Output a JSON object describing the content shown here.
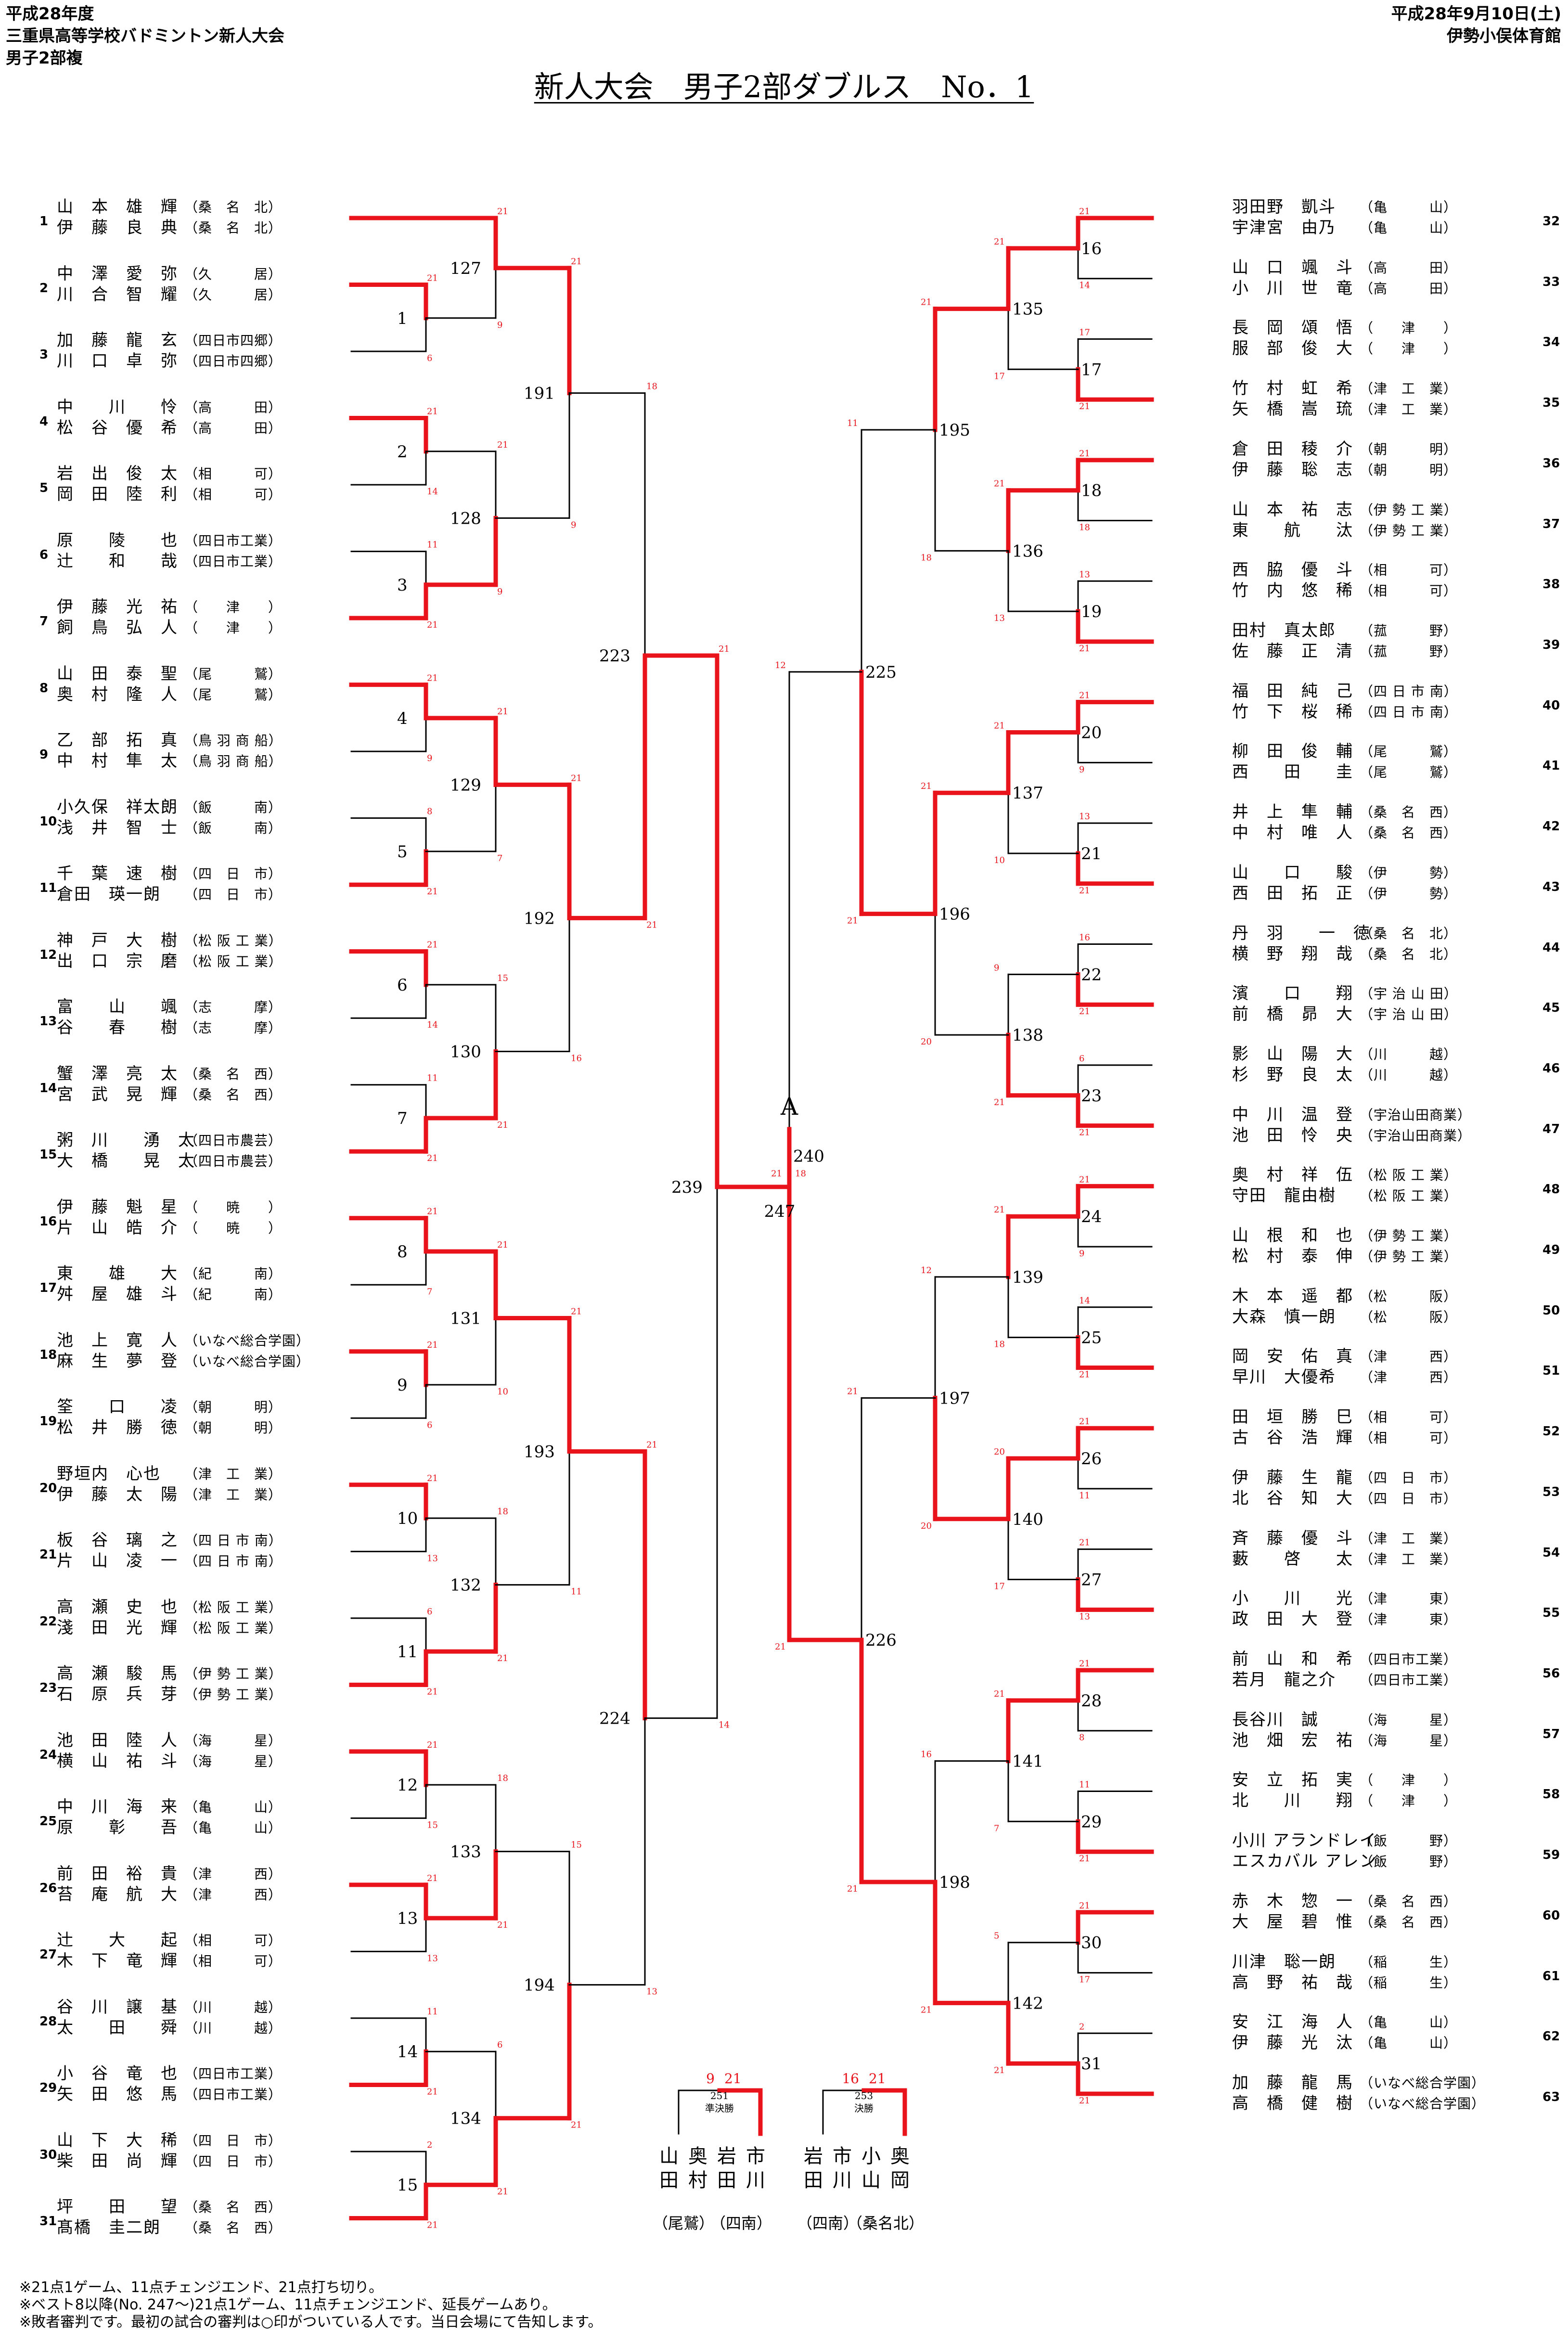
{
  "header": {
    "left": [
      "平成28年度",
      "三重県高等学校バドミントン新人大会",
      "男子2部複"
    ],
    "right": [
      "平成28年9月10日(土)",
      "伊勢小俣体育館"
    ]
  },
  "title": "新人大会　男子2部ダブルス　No．1",
  "final_marker": "A",
  "left_players": [
    {
      "n": "1",
      "a": "山　本　雄　輝",
      "as": "（桑　名　北）",
      "b": "伊　藤　良　典",
      "bs": "（桑　名　北）"
    },
    {
      "n": "2",
      "a": "中　澤　愛　弥",
      "as": "（久　　　居）",
      "b": "川　合　智　耀",
      "bs": "（久　　　居）"
    },
    {
      "n": "3",
      "a": "加　藤　龍　玄",
      "as": "（四日市四郷）",
      "b": "川　口　卓　弥",
      "bs": "（四日市四郷）"
    },
    {
      "n": "4",
      "a": "中　　川　　怜",
      "as": "（高　　　田）",
      "b": "松　谷　優　希",
      "bs": "（高　　　田）"
    },
    {
      "n": "5",
      "a": "岩　出　俊　太",
      "as": "（相　　　可）",
      "b": "岡　田　陸　利",
      "bs": "（相　　　可）"
    },
    {
      "n": "6",
      "a": "原　　陵　　也",
      "as": "（四日市工業）",
      "b": "辻　　和　　哉",
      "bs": "（四日市工業）"
    },
    {
      "n": "7",
      "a": "伊　藤　光　祐",
      "as": "（　　津　　）",
      "b": "飼　鳥　弘　人",
      "bs": "（　　津　　）"
    },
    {
      "n": "8",
      "a": "山　田　泰　聖",
      "as": "（尾　　　鷲）",
      "b": "奥　村　隆　人",
      "bs": "（尾　　　鷲）"
    },
    {
      "n": "9",
      "a": "乙　部　拓　真",
      "as": "（鳥 羽 商 船）",
      "b": "中　村　隼　太",
      "bs": "（鳥 羽 商 船）"
    },
    {
      "n": "10",
      "a": "小久保　祥太朗",
      "as": "（飯　　　南）",
      "b": "浅　井　智　士",
      "bs": "（飯　　　南）"
    },
    {
      "n": "11",
      "a": "千　葉　速　樹",
      "as": "（四　日　市）",
      "b": "倉田　瑛一朗",
      "bs": "（四　日　市）"
    },
    {
      "n": "12",
      "a": "神　戸　大　樹",
      "as": "（松 阪 工 業）",
      "b": "出　口　宗　磨",
      "bs": "（松 阪 工 業）"
    },
    {
      "n": "13",
      "a": "富　　山　　颯",
      "as": "（志　　　摩）",
      "b": "谷　　春　　樹",
      "bs": "（志　　　摩）"
    },
    {
      "n": "14",
      "a": "蟹　澤　亮　太",
      "as": "（桑　名　西）",
      "b": "宮　武　晃　輝",
      "bs": "（桑　名　西）"
    },
    {
      "n": "15",
      "a": "粥　川　　湧　太",
      "as": "（四日市農芸）",
      "b": "大　橋　　晃　太",
      "bs": "（四日市農芸）"
    },
    {
      "n": "16",
      "a": "伊　藤　魁　星",
      "as": "（　　暁　　）",
      "b": "片　山　皓　介",
      "bs": "（　　暁　　）"
    },
    {
      "n": "17",
      "a": "東　　雄　　大",
      "as": "（紀　　　南）",
      "b": "舛　屋　雄　斗",
      "bs": "（紀　　　南）"
    },
    {
      "n": "18",
      "a": "池　上　寛　人",
      "as": "（いなべ総合学園）",
      "b": "麻　生　夢　登",
      "bs": "（いなべ総合学園）"
    },
    {
      "n": "19",
      "a": "筌　　口　　凌",
      "as": "（朝　　　明）",
      "b": "松　井　勝　徳",
      "bs": "（朝　　　明）"
    },
    {
      "n": "20",
      "a": "野垣内　心也",
      "as": "（津　工　業）",
      "b": "伊　藤　太　陽",
      "bs": "（津　工　業）"
    },
    {
      "n": "21",
      "a": "板　谷　璃　之",
      "as": "（四 日 市 南）",
      "b": "片　山　凌　一",
      "bs": "（四 日 市 南）"
    },
    {
      "n": "22",
      "a": "高　瀬　史　也",
      "as": "（松 阪 工 業）",
      "b": "淺　田　光　輝",
      "bs": "（松 阪 工 業）"
    },
    {
      "n": "23",
      "a": "高　瀬　駿　馬",
      "as": "（伊 勢 工 業）",
      "b": "石　原　兵　芽",
      "bs": "（伊 勢 工 業）"
    },
    {
      "n": "24",
      "a": "池　田　陸　人",
      "as": "（海　　　星）",
      "b": "横　山　祐　斗",
      "bs": "（海　　　星）"
    },
    {
      "n": "25",
      "a": "中　川　海　来",
      "as": "（亀　　　山）",
      "b": "原　　彰　　吾",
      "bs": "（亀　　　山）"
    },
    {
      "n": "26",
      "a": "前　田　裕　貴",
      "as": "（津　　　西）",
      "b": "苔　庵　航　大",
      "bs": "（津　　　西）"
    },
    {
      "n": "27",
      "a": "辻　　大　　起",
      "as": "（相　　　可）",
      "b": "木　下　竜　輝",
      "bs": "（相　　　可）"
    },
    {
      "n": "28",
      "a": "谷　川　譲　基",
      "as": "（川　　　越）",
      "b": "太　　田　　舜",
      "bs": "（川　　　越）"
    },
    {
      "n": "29",
      "a": "小　谷　竜　也",
      "as": "（四日市工業）",
      "b": "矢　田　悠　馬",
      "bs": "（四日市工業）"
    },
    {
      "n": "30",
      "a": "山　下　大　稀",
      "as": "（四　日　市）",
      "b": "柴　田　尚　輝",
      "bs": "（四　日　市）"
    },
    {
      "n": "31",
      "a": "坪　　田　　望",
      "as": "（桑　名　西）",
      "b": "髙橋　圭二朗",
      "bs": "（桑　名　西）"
    }
  ],
  "right_players": [
    {
      "n": "32",
      "a": "羽田野　凱斗",
      "as": "（亀　　　山）",
      "b": "宇津宮　由乃",
      "bs": "（亀　　　山）"
    },
    {
      "n": "33",
      "a": "山　口　颯　斗",
      "as": "（高　　　田）",
      "b": "小　川　世　竜",
      "bs": "（高　　　田）"
    },
    {
      "n": "34",
      "a": "長　岡　頌　悟",
      "as": "（　　津　　）",
      "b": "服　部　俊　大",
      "bs": "（　　津　　）"
    },
    {
      "n": "35",
      "a": "竹　村　虹　希",
      "as": "（津　工　業）",
      "b": "矢　橋　嵩　琉",
      "bs": "（津　工　業）"
    },
    {
      "n": "36",
      "a": "倉　田　稜　介",
      "as": "（朝　　　明）",
      "b": "伊　藤　聡　志",
      "bs": "（朝　　　明）"
    },
    {
      "n": "37",
      "a": "山　本　祐　志",
      "as": "（伊 勢 工 業）",
      "b": "東　　航　　汰",
      "bs": "（伊 勢 工 業）"
    },
    {
      "n": "38",
      "a": "西　脇　優　斗",
      "as": "（相　　　可）",
      "b": "竹　内　悠　稀",
      "bs": "（相　　　可）"
    },
    {
      "n": "39",
      "a": "田村　真太郎",
      "as": "（菰　　　野）",
      "b": "佐　藤　正　清",
      "bs": "（菰　　　野）"
    },
    {
      "n": "40",
      "a": "福　田　純　己",
      "as": "（四 日 市 南）",
      "b": "竹　下　桜　稀",
      "bs": "（四 日 市 南）"
    },
    {
      "n": "41",
      "a": "柳　田　俊　輔",
      "as": "（尾　　　鷲）",
      "b": "西　　田　　圭",
      "bs": "（尾　　　鷲）"
    },
    {
      "n": "42",
      "a": "井　上　隼　輔",
      "as": "（桑　名　西）",
      "b": "中　村　唯　人",
      "bs": "（桑　名　西）"
    },
    {
      "n": "43",
      "a": "山　　口　　駿",
      "as": "（伊　　　勢）",
      "b": "西　田　拓　正",
      "bs": "（伊　　　勢）"
    },
    {
      "n": "44",
      "a": "丹　羽　　一　徳",
      "as": "（桑　名　北）",
      "b": "横　野　翔　哉",
      "bs": "（桑　名　北）"
    },
    {
      "n": "45",
      "a": "濱　　口　　翔",
      "as": "（宇 治 山 田）",
      "b": "前　橋　昴　大",
      "bs": "（宇 治 山 田）"
    },
    {
      "n": "46",
      "a": "影　山　陽　大",
      "as": "（川　　　越）",
      "b": "杉　野　良　太",
      "bs": "（川　　　越）"
    },
    {
      "n": "47",
      "a": "中　川　温　登",
      "as": "（宇治山田商業）",
      "b": "池　田　怜　央",
      "bs": "（宇治山田商業）"
    },
    {
      "n": "48",
      "a": "奥　村　祥　伍",
      "as": "（松 阪 工 業）",
      "b": "守田　龍由樹",
      "bs": "（松 阪 工 業）"
    },
    {
      "n": "49",
      "a": "山　根　和　也",
      "as": "（伊 勢 工 業）",
      "b": "松　村　泰　伸",
      "bs": "（伊 勢 工 業）"
    },
    {
      "n": "50",
      "a": "木　本　遥　都",
      "as": "（松　　　阪）",
      "b": "大森　慎一朗",
      "bs": "（松　　　阪）"
    },
    {
      "n": "51",
      "a": "岡　安　佑　真",
      "as": "（津　　　西）",
      "b": "早川　大優希",
      "bs": "（津　　　西）"
    },
    {
      "n": "52",
      "a": "田　垣　勝　巳",
      "as": "（相　　　可）",
      "b": "古　谷　浩　輝",
      "bs": "（相　　　可）"
    },
    {
      "n": "53",
      "a": "伊　藤　生　龍",
      "as": "（四　日　市）",
      "b": "北　谷　知　大",
      "bs": "（四　日　市）"
    },
    {
      "n": "54",
      "a": "斉　藤　優　斗",
      "as": "（津　工　業）",
      "b": "藪　　啓　　太",
      "bs": "（津　工　業）"
    },
    {
      "n": "55",
      "a": "小　　川　　光",
      "as": "（津　　　東）",
      "b": "政　田　大　登",
      "bs": "（津　　　東）"
    },
    {
      "n": "56",
      "a": "前　山　和　希",
      "as": "（四日市工業）",
      "b": "若月　龍之介",
      "bs": "（四日市工業）"
    },
    {
      "n": "57",
      "a": "長谷川　誠",
      "as": "（海　　　星）",
      "b": "池　畑　宏　祐",
      "bs": "（海　　　星）"
    },
    {
      "n": "58",
      "a": "安　立　拓　実",
      "as": "（　　津　　）",
      "b": "北　　川　　翔",
      "bs": "（　　津　　）"
    },
    {
      "n": "59",
      "a": "小川 アランドレイ",
      "as": "（飯　　　野）",
      "b": "エスカバル アレン",
      "bs": "（飯　　　野）"
    },
    {
      "n": "60",
      "a": "赤　木　惣　一",
      "as": "（桑　名　西）",
      "b": "大　屋　碧　惟",
      "bs": "（桑　名　西）"
    },
    {
      "n": "61",
      "a": "川津　聡一朗",
      "as": "（稲　　　生）",
      "b": "高　野　祐　哉",
      "bs": "（稲　　　生）"
    },
    {
      "n": "62",
      "a": "安　江　海　人",
      "as": "（亀　　　山）",
      "b": "伊　藤　光　汰",
      "bs": "（亀　　　山）"
    },
    {
      "n": "63",
      "a": "加　藤　龍　馬",
      "as": "（いなべ総合学園）",
      "b": "高　橋　健　樹",
      "bs": "（いなべ総合学園）"
    }
  ],
  "left_r1": [
    {
      "id": "1",
      "ts": "21",
      "bs": "6",
      "win": "top"
    },
    {
      "id": "2",
      "ts": "21",
      "bs": "14",
      "win": "top"
    },
    {
      "id": "3",
      "ts": "11",
      "bs": "21",
      "win": "bot"
    },
    {
      "id": "4",
      "ts": "21",
      "bs": "9",
      "win": "top"
    },
    {
      "id": "5",
      "ts": "8",
      "bs": "21",
      "win": "bot"
    },
    {
      "id": "6",
      "ts": "21",
      "bs": "14",
      "win": "top"
    },
    {
      "id": "7",
      "ts": "11",
      "bs": "21",
      "win": "bot"
    },
    {
      "id": "8",
      "ts": "21",
      "bs": "7",
      "win": "top"
    },
    {
      "id": "9",
      "ts": "21",
      "bs": "6",
      "win": "top"
    },
    {
      "id": "10",
      "ts": "21",
      "bs": "13",
      "win": "top"
    },
    {
      "id": "11",
      "ts": "6",
      "bs": "21",
      "win": "bot"
    },
    {
      "id": "12",
      "ts": "21",
      "bs": "15",
      "win": "top"
    },
    {
      "id": "13",
      "ts": "21",
      "bs": "13",
      "win": "top"
    },
    {
      "id": "14",
      "ts": "11",
      "bs": "21",
      "win": "bot"
    },
    {
      "id": "15",
      "ts": "2",
      "bs": "21",
      "win": "bot"
    }
  ],
  "left_r2": [
    {
      "id": "127",
      "ts": "21",
      "bs": "9",
      "win": "top"
    },
    {
      "id": "128",
      "ts": "21",
      "bs": "9",
      "win": "bot"
    },
    {
      "id": "129",
      "ts": "21",
      "bs": "7",
      "win": "top"
    },
    {
      "id": "130",
      "ts": "15",
      "bs": "21",
      "win": "bot"
    },
    {
      "id": "131",
      "ts": "21",
      "bs": "10",
      "win": "top"
    },
    {
      "id": "132",
      "ts": "18",
      "bs": "21",
      "win": "bot"
    },
    {
      "id": "133",
      "ts": "18",
      "bs": "21",
      "win": "bot"
    },
    {
      "id": "134",
      "ts": "6",
      "bs": "21",
      "win": "bot"
    }
  ],
  "left_r3": [
    {
      "id": "191",
      "ts": "21",
      "bs": "9",
      "win": "top"
    },
    {
      "id": "192",
      "ts": "21",
      "bs": "16",
      "win": "top"
    },
    {
      "id": "193",
      "ts": "21",
      "bs": "11",
      "win": "top"
    },
    {
      "id": "194",
      "ts": "15",
      "bs": "21",
      "win": "bot"
    }
  ],
  "left_r4": [
    {
      "id": "223",
      "ts": "18",
      "bs": "21",
      "win": "bot"
    },
    {
      "id": "224",
      "ts": "21",
      "bs": "13",
      "win": "top"
    }
  ],
  "left_r5": [
    {
      "id": "239",
      "ts": "21",
      "bs": "14",
      "win": "top"
    }
  ],
  "right_r1": [
    {
      "id": "16",
      "ts": "21",
      "bs": "14",
      "win": "top"
    },
    {
      "id": "17",
      "ts": "17",
      "bs": "21",
      "win": "bot"
    },
    {
      "id": "18",
      "ts": "21",
      "bs": "18",
      "win": "top"
    },
    {
      "id": "19",
      "ts": "13",
      "bs": "21",
      "win": "bot"
    },
    {
      "id": "20",
      "ts": "21",
      "bs": "9",
      "win": "top"
    },
    {
      "id": "21",
      "ts": "13",
      "bs": "21",
      "win": "bot"
    },
    {
      "id": "22",
      "ts": "16",
      "bs": "21",
      "win": "bot"
    },
    {
      "id": "23",
      "ts": "6",
      "bs": "21",
      "win": "bot"
    },
    {
      "id": "24",
      "ts": "21",
      "bs": "9",
      "win": "top"
    },
    {
      "id": "25",
      "ts": "14",
      "bs": "21",
      "win": "bot"
    },
    {
      "id": "26",
      "ts": "21",
      "bs": "11",
      "win": "top"
    },
    {
      "id": "27",
      "ts": "21",
      "bs": "13",
      "win": "bot"
    },
    {
      "id": "28",
      "ts": "21",
      "bs": "8",
      "win": "top"
    },
    {
      "id": "29",
      "ts": "11",
      "bs": "21",
      "win": "bot"
    },
    {
      "id": "30",
      "ts": "21",
      "bs": "17",
      "win": "top"
    },
    {
      "id": "31",
      "ts": "2",
      "bs": "21",
      "win": "bot"
    }
  ],
  "right_r2": [
    {
      "id": "135",
      "ts": "21",
      "bs": "17",
      "win": "top"
    },
    {
      "id": "136",
      "ts": "21",
      "bs": "13",
      "win": "top"
    },
    {
      "id": "137",
      "ts": "21",
      "bs": "10",
      "win": "top"
    },
    {
      "id": "138",
      "ts": "9",
      "bs": "21",
      "win": "bot"
    },
    {
      "id": "139",
      "ts": "21",
      "bs": "18",
      "win": "top"
    },
    {
      "id": "140",
      "ts": "20",
      "bs": "17",
      "win": "top"
    },
    {
      "id": "141",
      "ts": "21",
      "bs": "7",
      "win": "top"
    },
    {
      "id": "142",
      "ts": "5",
      "bs": "21",
      "win": "bot"
    }
  ],
  "right_r3": [
    {
      "id": "195",
      "ts": "21",
      "bs": "18",
      "win": "top"
    },
    {
      "id": "196",
      "ts": "21",
      "bs": "20",
      "win": "top"
    },
    {
      "id": "197",
      "ts": "12",
      "bs": "20",
      "win": "bot"
    },
    {
      "id": "198",
      "ts": "16",
      "bs": "21",
      "win": "bot"
    }
  ],
  "right_r4": [
    {
      "id": "225",
      "ts": "11",
      "bs": "21",
      "win": "bot"
    },
    {
      "id": "226",
      "ts": "21",
      "bs": "21",
      "win": "bot"
    }
  ],
  "right_r5": [
    {
      "id": "240",
      "ts": "12",
      "bs": "21",
      "win": "bot"
    }
  ],
  "final": {
    "id": "247",
    "ls": "21",
    "rs": "18"
  },
  "semis": [
    {
      "id": "251",
      "label": "準決勝",
      "ls": "9",
      "rs": "21",
      "teams": [
        {
          "a": "山",
          "b": "田",
          "sch": "（尾鷲）"
        },
        {
          "a": "奥",
          "b": "村",
          "sch": ""
        },
        {
          "a": "岩",
          "b": "田",
          "sch": "（四南）"
        },
        {
          "a": "市",
          "b": "川",
          "sch": ""
        }
      ]
    },
    {
      "id": "253",
      "label": "決勝",
      "ls": "16",
      "rs": "21",
      "teams": [
        {
          "a": "岩",
          "b": "田",
          "sch": "（四南）"
        },
        {
          "a": "市",
          "b": "川",
          "sch": ""
        },
        {
          "a": "小",
          "b": "山",
          "sch": "（桑名北）"
        },
        {
          "a": "奥",
          "b": "岡",
          "sch": ""
        }
      ]
    }
  ],
  "notes": [
    "※21点1ゲーム、11点チェンジエンド、21点打ち切り。",
    "※ベスト8以降(No. 247～)21点1ゲーム、11点チェンジエンド、延長ゲームあり。",
    "※敗者審判です。最初の試合の審判は○印がついている人です。当日会場にて告知します。"
  ],
  "colors": {
    "win": "#e8131b",
    "line": "#000000"
  }
}
